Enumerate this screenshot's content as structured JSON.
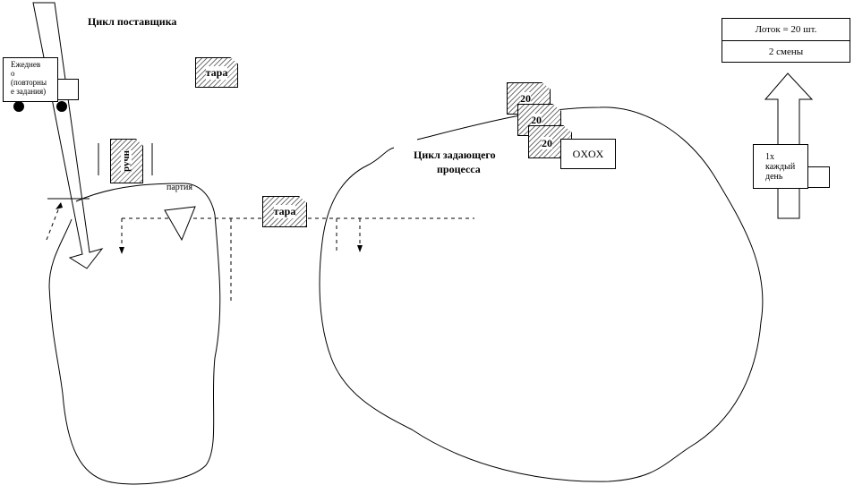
{
  "titles": {
    "supplier_cycle": "Цикл поставщика",
    "pacemaker_cycle_line1": "Цикл задающего",
    "pacemaker_cycle_line2": "процесса"
  },
  "supplier_truck": {
    "lines": [
      "Ежеднев",
      "о",
      "(повторны",
      "е задания)"
    ]
  },
  "labels": {
    "batch": "партия",
    "tara_1": "тара",
    "tara_2": "тара",
    "manual": "ручн",
    "oxox": "OXOX"
  },
  "kanban_stack": [
    "20",
    "20",
    "20"
  ],
  "legend": {
    "tray": "Лоток = 20 шт.",
    "shifts": "2 смены"
  },
  "delivery_truck": {
    "lines": [
      "1x",
      "каждый",
      "день"
    ]
  }
}
